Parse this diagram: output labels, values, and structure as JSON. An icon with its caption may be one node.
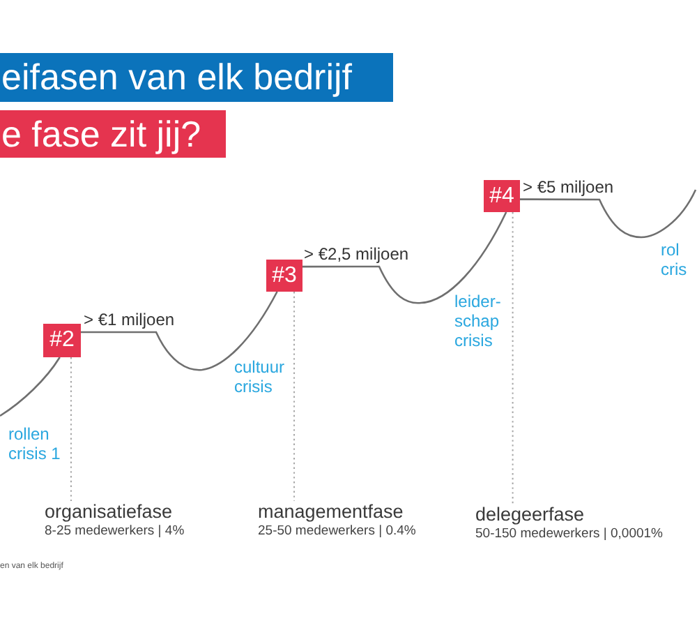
{
  "diagram": {
    "nodes": [
      {
        "text": [
          "eifasen van elk bedrijf"
        ]
      },
      {
        "text": [
          "e fase zit jij?"
        ]
      },
      {
        "text": [
          "#2"
        ],
        "beside": [
          "> €1 miljoen"
        ]
      },
      {
        "text": [
          "#3"
        ],
        "beside": [
          "> €2,5 miljoen"
        ]
      },
      {
        "text": [
          "#4"
        ],
        "beside": [
          "> €5 miljoen"
        ]
      },
      {
        "text": [
          "organisatiefase",
          "8-25 medewerkers | 4%"
        ]
      },
      {
        "text": [
          "managementfase",
          "25-50 medewerkers | 0.4%"
        ]
      },
      {
        "text": [
          "delegeerfase",
          "50-150 medewerkers | 0,0001%"
        ]
      }
    ],
    "edges": [
      {
        "from": null,
        "to": 2,
        "arrow": "none"
      },
      {
        "from": 2,
        "to": 3,
        "arrow": "none"
      },
      {
        "from": 3,
        "to": 4,
        "arrow": "none"
      },
      {
        "from": 4,
        "to": null,
        "arrow": "none"
      },
      {
        "from": 2,
        "to": 5,
        "arrow": "none",
        "style": "dashed",
        "color": "#a6a6a6"
      },
      {
        "from": 3,
        "to": 6,
        "arrow": "none",
        "style": "dashed",
        "color": "#a6a6a6"
      },
      {
        "from": 4,
        "to": 7,
        "arrow": "none",
        "style": "dashed",
        "color": "#a6a6a6"
      }
    ],
    "labels": [
      "rollen crisis 1",
      "cultuur crisis",
      "leider- schap crisis",
      "rol cris",
      "en van elk bedrijf"
    ]
  }
}
